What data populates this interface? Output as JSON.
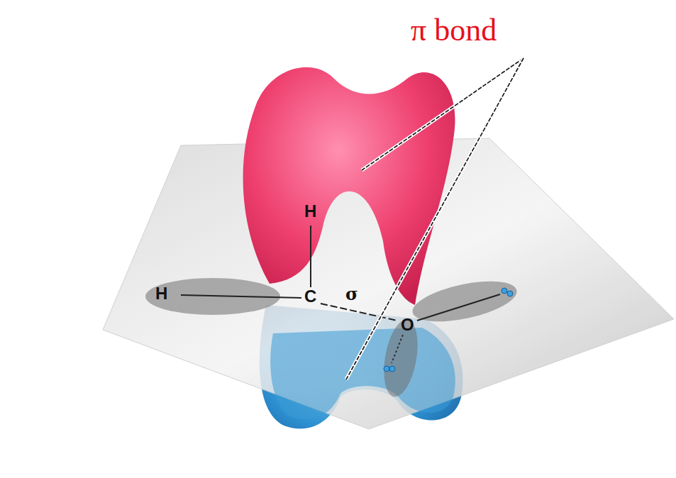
{
  "diagram": {
    "labels": [
      "π bond",
      "H",
      "H",
      "C",
      "σ",
      "O"
    ]
  }
}
